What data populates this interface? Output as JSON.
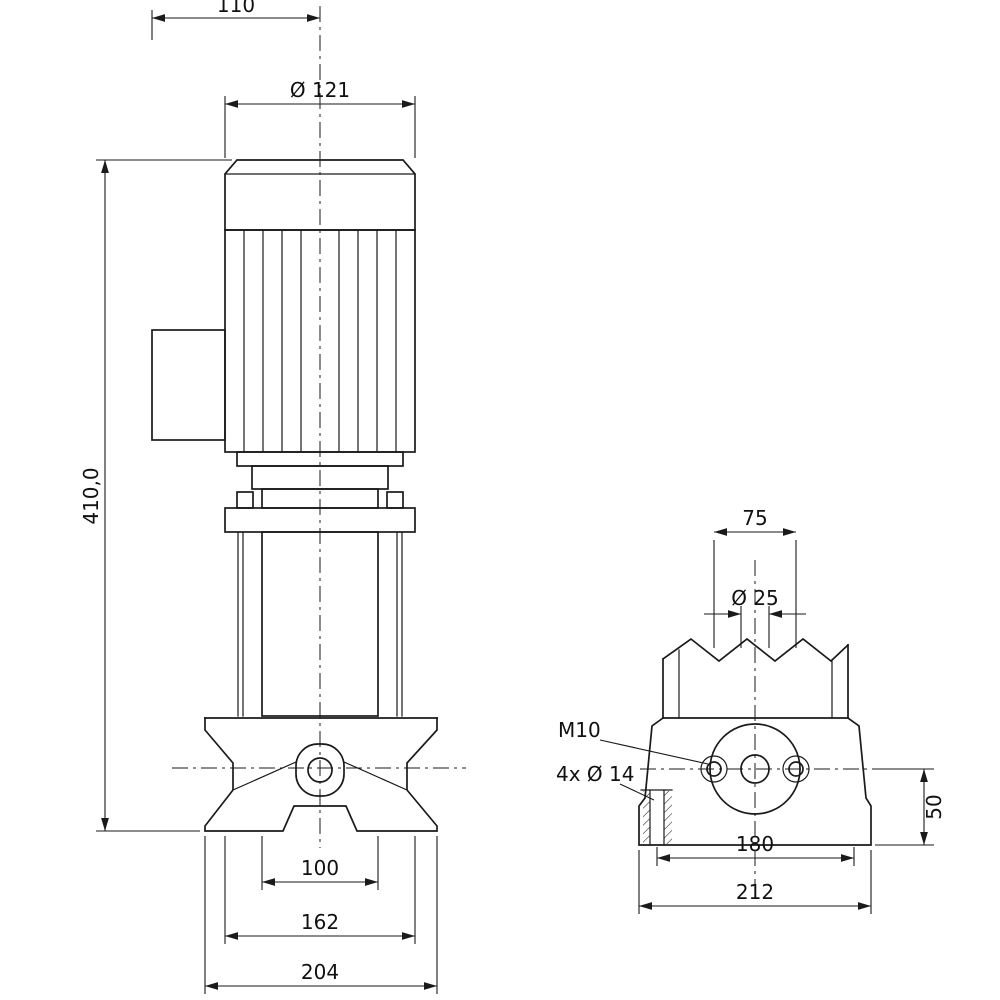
{
  "colors": {
    "line": "#1a1a1a",
    "background": "#ffffff"
  },
  "front_view": {
    "dim_terminal_box_offset": "110",
    "dim_motor_diameter": "Ø 121",
    "dim_total_height": "410,0",
    "dim_port_spacing": "100",
    "dim_base_inner_width": "162",
    "dim_base_outer_width": "204"
  },
  "side_view": {
    "dim_flange_bolt_spacing": "75",
    "dim_port_diameter": "Ø 25",
    "label_stud_thread": "M10",
    "label_foundation_holes": "4x Ø 14",
    "dim_port_axis_height": "50",
    "dim_foot_hole_spacing": "180",
    "dim_base_length": "212"
  }
}
